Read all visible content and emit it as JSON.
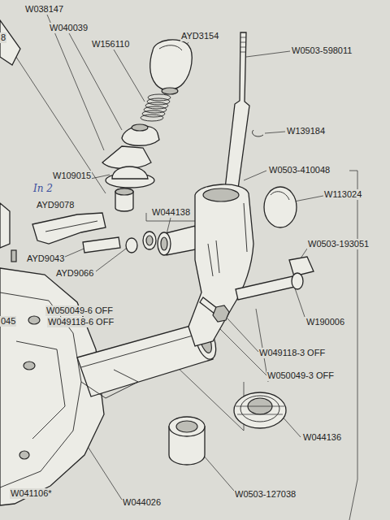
{
  "diagram": {
    "labels": [
      "W038147",
      "8",
      "W040039",
      "W156110",
      "AYD3154",
      "W0503-598011",
      "W139184",
      "W109015",
      "W0503-410048",
      "AYD9078",
      "In 2",
      "W113024",
      "W044138",
      "W0503-193051",
      "AYD9043",
      "AYD9066",
      "W050049-6 OFF",
      "045",
      "W049118-6 OFF",
      "W190006",
      "W049118-3 OFF",
      "W050049-3 OFF",
      "W044136",
      "W0503-127038",
      "W041106*",
      "W044026"
    ]
  }
}
